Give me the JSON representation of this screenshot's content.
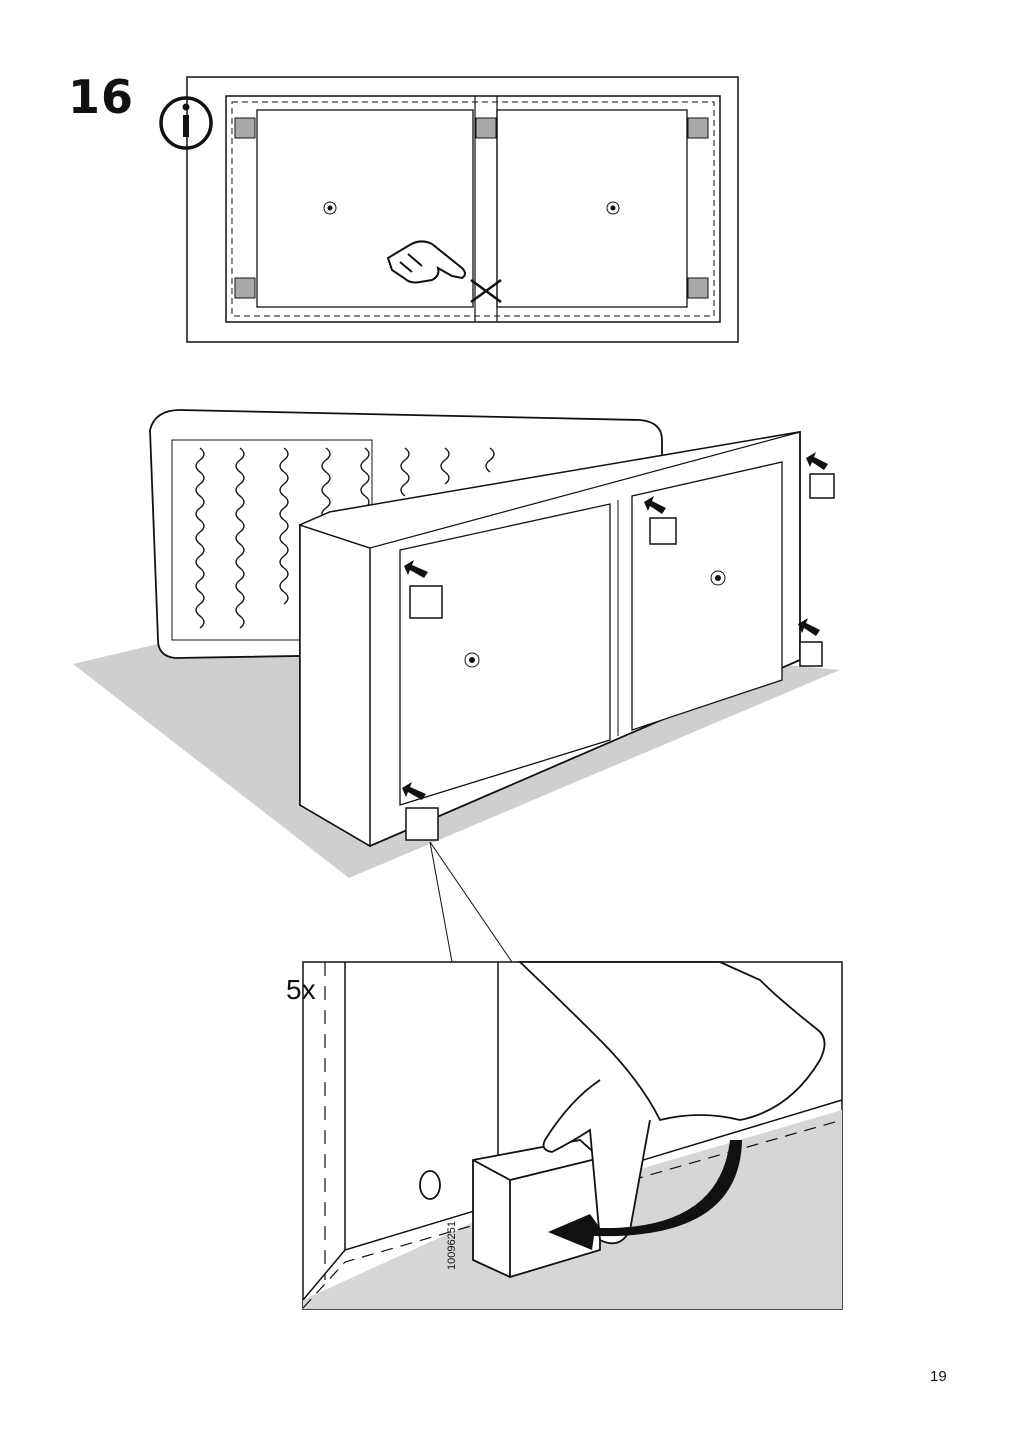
{
  "step": {
    "number": "16"
  },
  "info_icon": {
    "glyph": "i",
    "name": "info-icon"
  },
  "detail": {
    "quantity": "5x",
    "part_code": "10096251"
  },
  "page": {
    "number": "19"
  },
  "colors": {
    "line": "#111111",
    "floor": "#cfcfcf",
    "pad": "#a9a9a9",
    "detail_floor": "#d6d6d6"
  }
}
